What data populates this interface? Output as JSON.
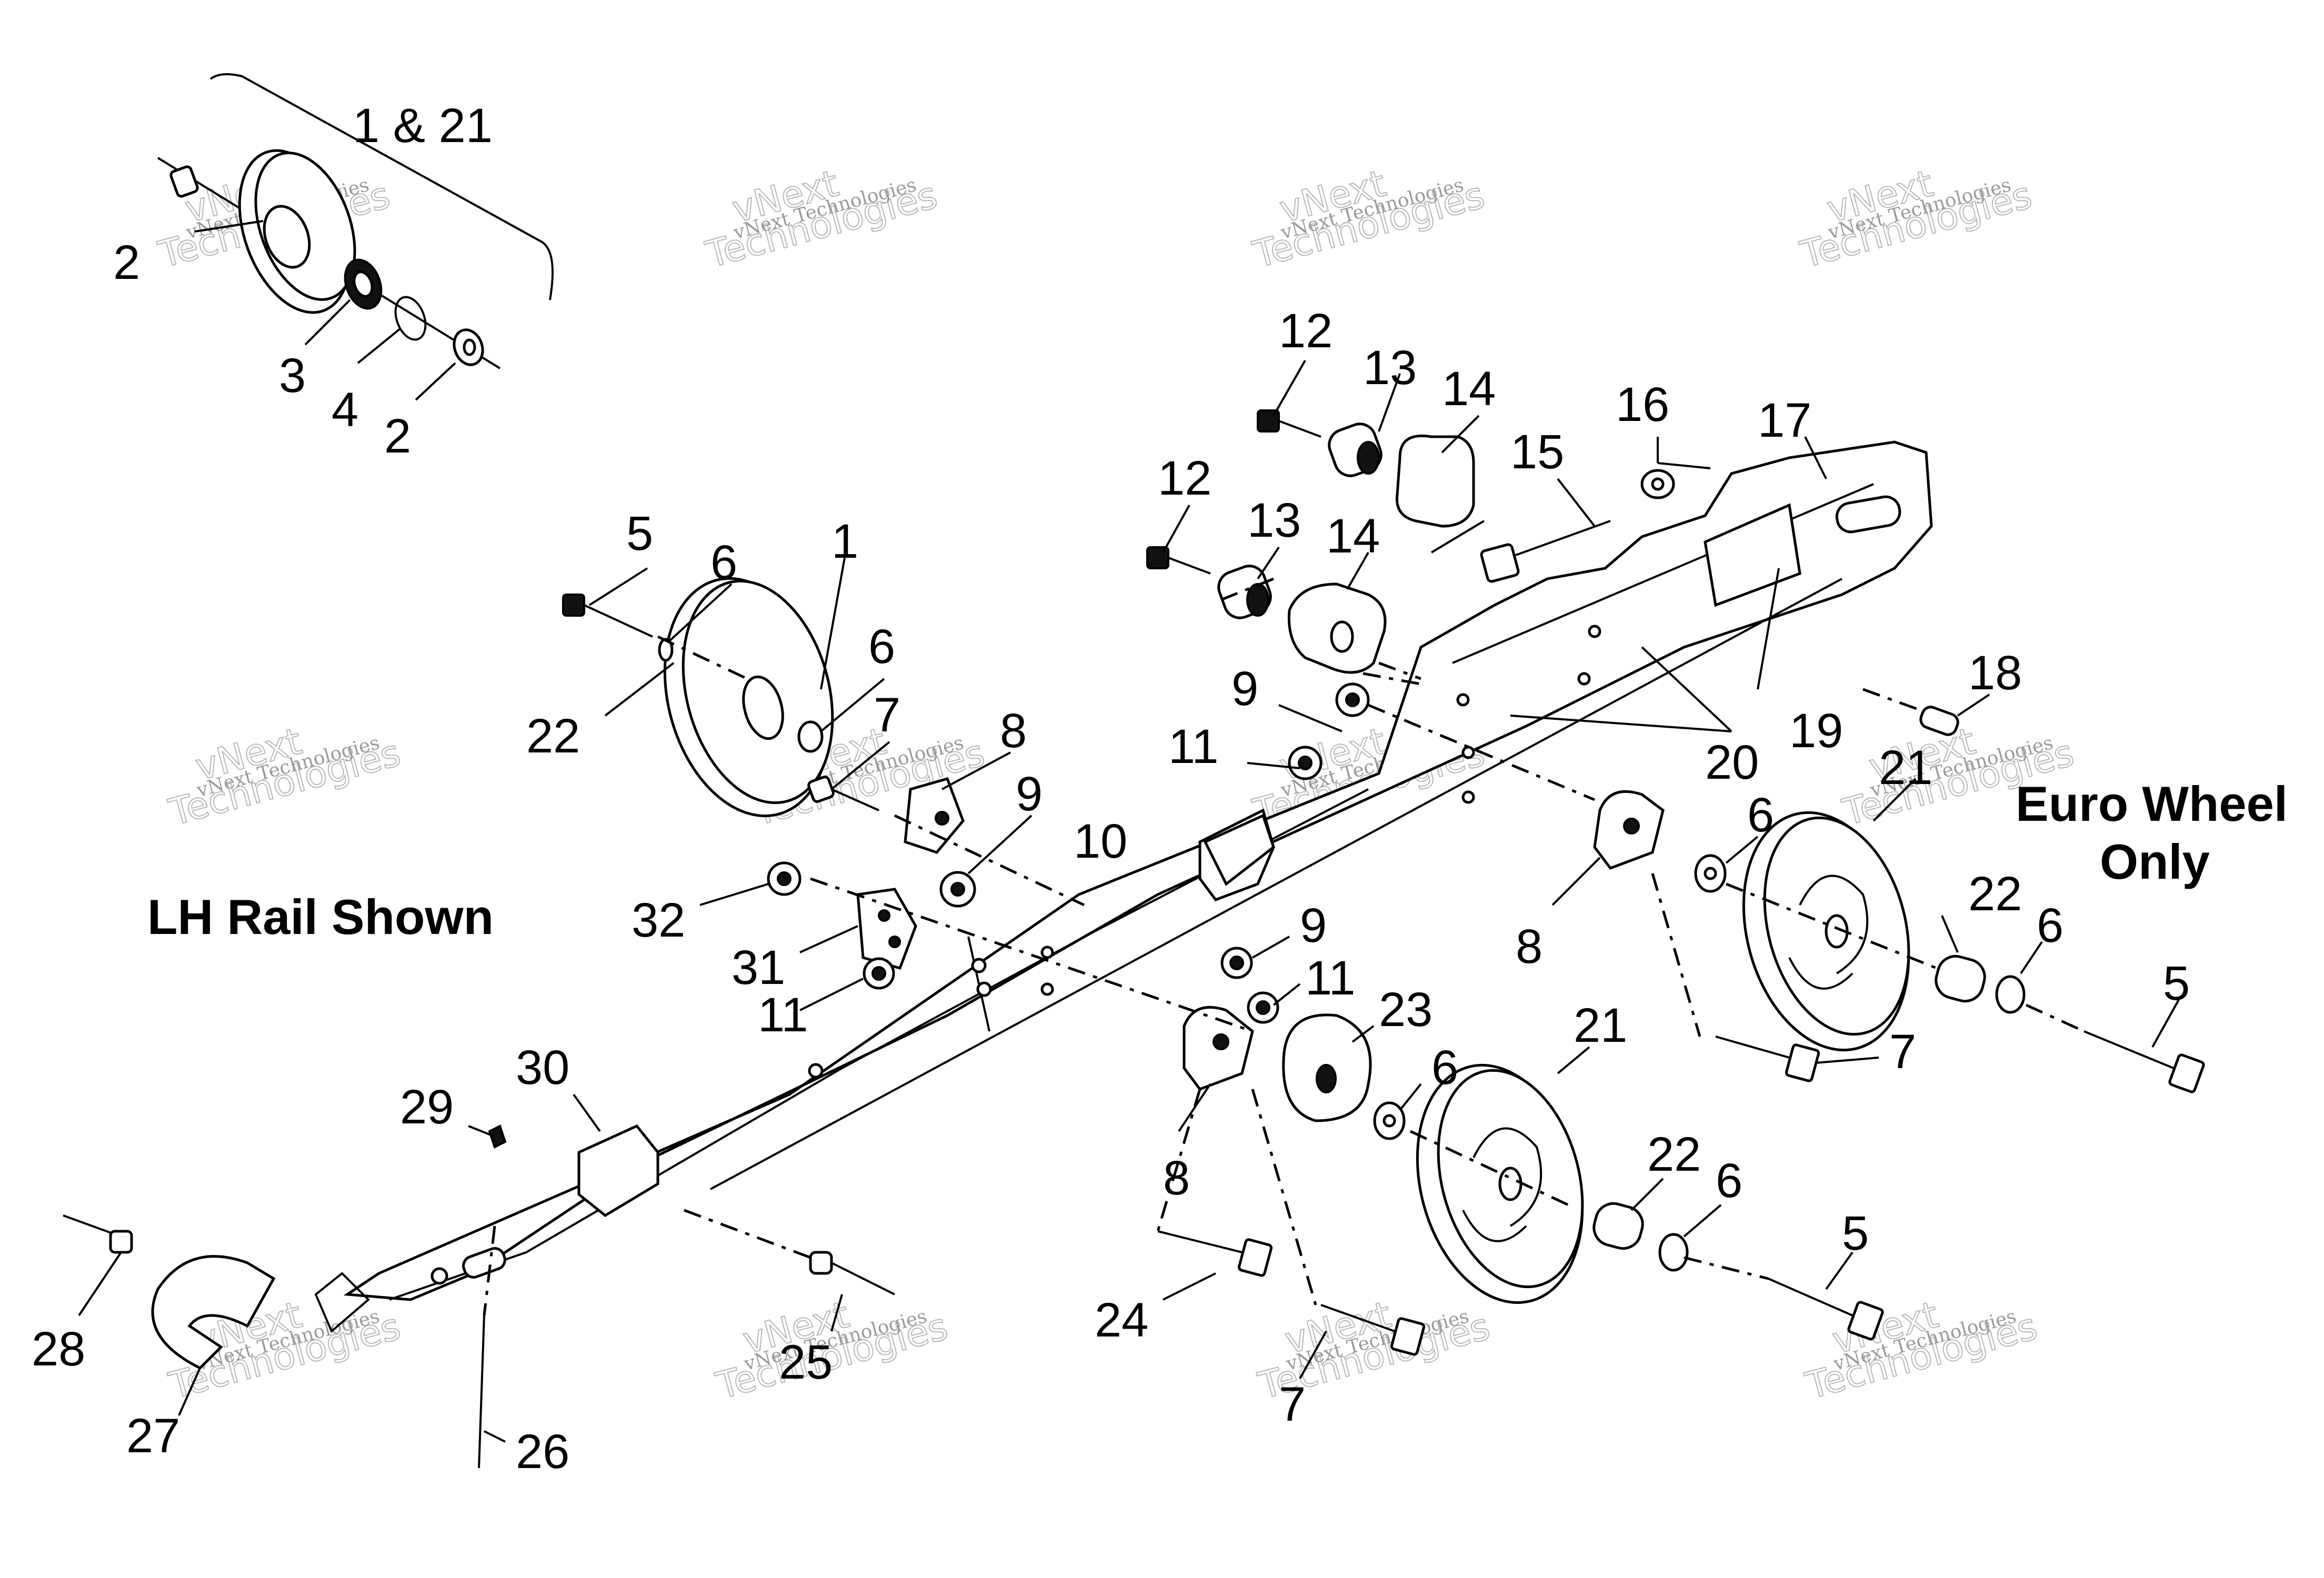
{
  "headings": {
    "lh_rail": "LH Rail Shown",
    "euro_line1": "Euro Wheel",
    "euro_line2": "Only"
  },
  "watermark": {
    "small": "vNext Technologies",
    "big1": "vNext",
    "big2": "Technologies"
  },
  "callouts": {
    "c1_21": "1 & 21",
    "c2a": "2",
    "c3": "3",
    "c4": "4",
    "c2b": "2",
    "c12a": "12",
    "c13a": "13",
    "c14a": "14",
    "c16": "16",
    "c17": "17",
    "c15": "15",
    "c12b": "12",
    "c13b": "13",
    "c14b": "14",
    "c5a": "5",
    "c6a": "6",
    "c1": "1",
    "c6b": "6",
    "c22a": "22",
    "c7a": "7",
    "c8a": "8",
    "c9a": "9",
    "c11a": "11",
    "c10": "10",
    "c18": "18",
    "c19": "19",
    "c20": "20",
    "c21a": "21",
    "c6c": "6",
    "c8b": "8",
    "c22b": "22",
    "c6d": "6",
    "c5b": "5",
    "c7b": "7",
    "c32": "32",
    "c31": "31",
    "c11b": "11",
    "c9b": "9",
    "c11c": "11",
    "c23": "23",
    "c6e": "6",
    "c21b": "21",
    "c30": "30",
    "c29": "29",
    "c8c": "8",
    "c22c": "22",
    "c6f": "6",
    "c5c": "5",
    "c28": "28",
    "c27": "27",
    "c25": "25",
    "c26": "26",
    "c24": "24",
    "c7c": "7"
  }
}
